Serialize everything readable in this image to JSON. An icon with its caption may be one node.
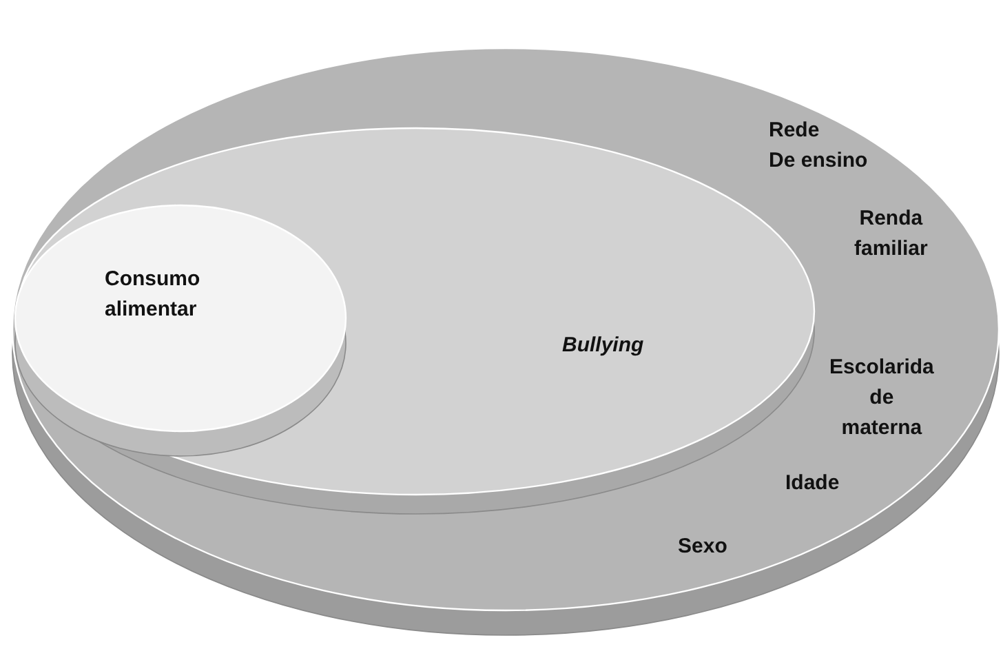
{
  "diagram": {
    "nodes": [
      {
        "text": [
          "Rede De ensino",
          "Renda familiar",
          "Escolarida de materna",
          "Idade",
          "Sexo"
        ]
      },
      {
        "text": [
          "Bullying"
        ],
        "in": 0
      },
      {
        "text": [
          "Consumo alimentar"
        ],
        "in": 1
      }
    ],
    "edges": []
  }
}
